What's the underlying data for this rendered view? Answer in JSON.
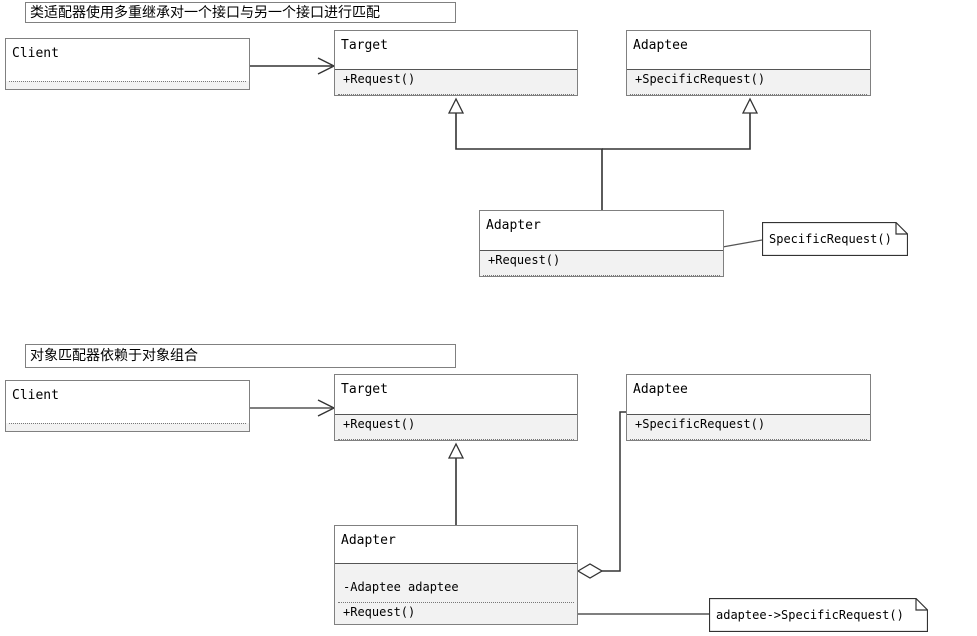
{
  "diagram": {
    "kind": "uml-class-diagram",
    "theme": {
      "background": "#ffffff",
      "box_border": "#808080",
      "line": "#333333",
      "compartment_fill": "#f2f2f2",
      "name_fill": "#ffffff",
      "text": "#000000"
    },
    "sections": [
      {
        "id": "class-adapter",
        "title": "类适配器使用多重继承对一个接口与另一个接口进行匹配",
        "classes": [
          {
            "id": "client-top",
            "name": "Client",
            "attributes": [],
            "operations": []
          },
          {
            "id": "target-top",
            "name": "Target",
            "attributes": [],
            "operations": [
              "+Request()"
            ]
          },
          {
            "id": "adaptee-top",
            "name": "Adaptee",
            "attributes": [],
            "operations": [
              "+SpecificRequest()"
            ]
          },
          {
            "id": "adapter-top",
            "name": "Adapter",
            "attributes": [],
            "operations": [
              "+Request()"
            ]
          }
        ],
        "notes": [
          {
            "id": "note-top",
            "text": "SpecificRequest()",
            "attached_to": "adapter-top"
          }
        ],
        "relations": [
          {
            "type": "association",
            "from": "client-top",
            "to": "target-top",
            "arrow": "open"
          },
          {
            "type": "generalization",
            "from": "adapter-top",
            "to": "target-top",
            "arrow": "hollow-triangle"
          },
          {
            "type": "generalization",
            "from": "adapter-top",
            "to": "adaptee-top",
            "arrow": "hollow-triangle"
          },
          {
            "type": "note-link",
            "from": "note-top",
            "to": "adapter-top"
          }
        ]
      },
      {
        "id": "object-adapter",
        "title": "对象匹配器依赖于对象组合",
        "classes": [
          {
            "id": "client-bottom",
            "name": "Client",
            "attributes": [],
            "operations": []
          },
          {
            "id": "target-bottom",
            "name": "Target",
            "attributes": [],
            "operations": [
              "+Request()"
            ]
          },
          {
            "id": "adaptee-bottom",
            "name": "Adaptee",
            "attributes": [],
            "operations": [
              "+SpecificRequest()"
            ]
          },
          {
            "id": "adapter-bottom",
            "name": "Adapter",
            "attributes": [
              "-Adaptee adaptee"
            ],
            "operations": [
              "+Request()"
            ]
          }
        ],
        "notes": [
          {
            "id": "note-bottom",
            "text": "adaptee->SpecificRequest()",
            "attached_to": "adapter-bottom"
          }
        ],
        "relations": [
          {
            "type": "association",
            "from": "client-bottom",
            "to": "target-bottom",
            "arrow": "open"
          },
          {
            "type": "generalization",
            "from": "adapter-bottom",
            "to": "target-bottom",
            "arrow": "hollow-triangle"
          },
          {
            "type": "aggregation",
            "from": "adapter-bottom",
            "to": "adaptee-bottom",
            "arrow": "hollow-diamond"
          },
          {
            "type": "note-link",
            "from": "note-bottom",
            "to": "adapter-bottom"
          }
        ]
      }
    ]
  }
}
